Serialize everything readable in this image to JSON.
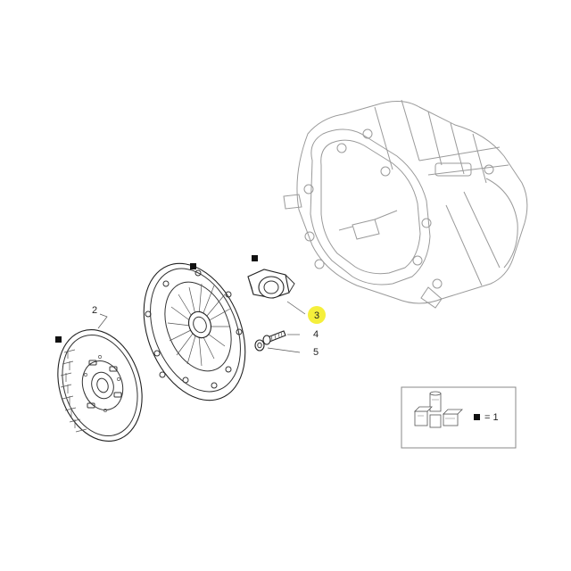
{
  "callouts": {
    "c2": "2",
    "c3": "3",
    "c4": "4",
    "c5": "5"
  },
  "legend": {
    "equals": "= 1"
  },
  "colors": {
    "highlight": "#f5ef3b",
    "line": "#222222",
    "ghost": "#9a9a9a"
  }
}
